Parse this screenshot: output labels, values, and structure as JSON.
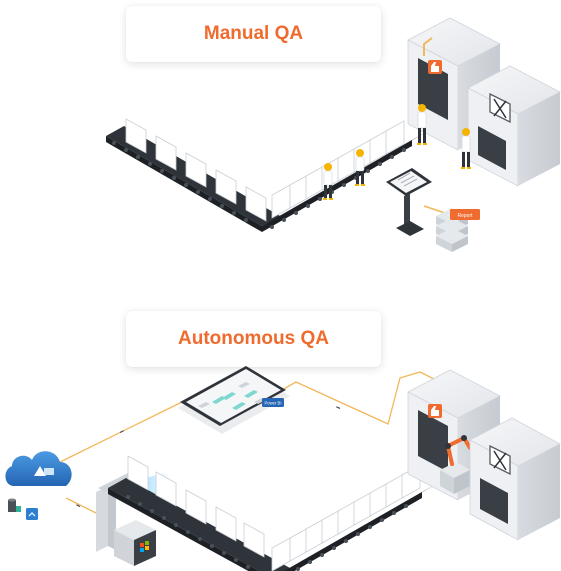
{
  "sections": {
    "manual": {
      "title": "Manual QA"
    },
    "autonomous": {
      "title": "Autonomous QA"
    }
  },
  "badges": {
    "report_tag": "Report",
    "dashboard_tag": "Power BI"
  },
  "icons": {
    "cloud": "azure-cloud-icon",
    "scan": "scan-icon",
    "windows": "windows-logo-icon",
    "reject": "x-mark-icon",
    "inspect": "thumb-icon"
  },
  "colors": {
    "accent": "#ef6b2e",
    "belt": "#2f343a",
    "machine": "#e9ebee",
    "cloud": "#2f7fd1",
    "wire": "#f3b75b"
  }
}
